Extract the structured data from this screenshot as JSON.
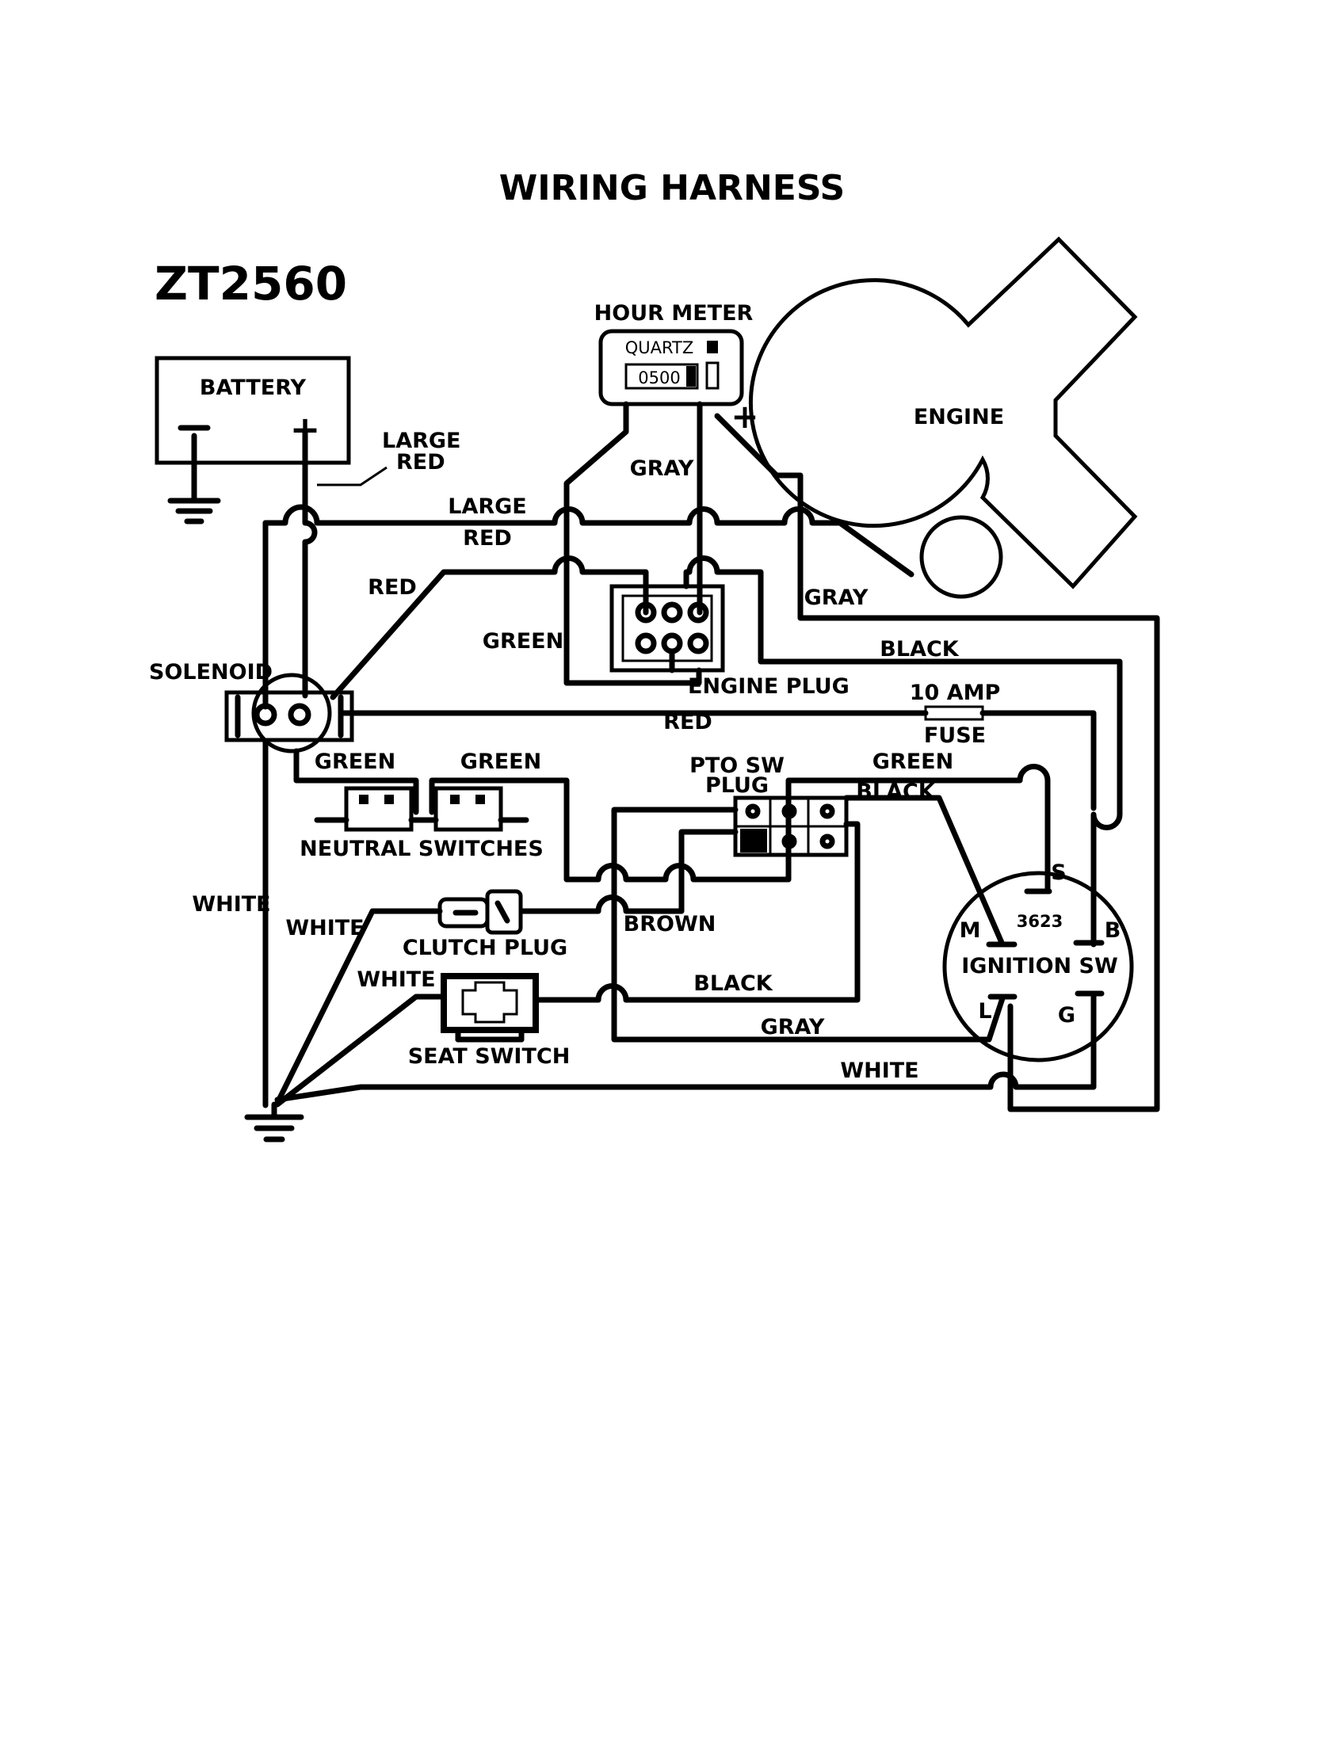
{
  "title": "WIRING HARNESS",
  "model": "ZT2560",
  "components": {
    "battery": {
      "label": "BATTERY",
      "neg": "—",
      "pos": "+"
    },
    "hour_meter": {
      "label": "HOUR METER",
      "brand": "QUARTZ",
      "reading": "0500",
      "pos": "+"
    },
    "engine": {
      "label": "ENGINE"
    },
    "solenoid": {
      "label": "SOLENOID"
    },
    "engine_plug": {
      "label": "ENGINE PLUG"
    },
    "fuse": {
      "rating": "10 AMP",
      "label": "FUSE"
    },
    "pto_plug": {
      "label_line1": "PTO SW",
      "label_line2": "PLUG"
    },
    "neutral_switches": {
      "label": "NEUTRAL SWITCHES"
    },
    "clutch_plug": {
      "label": "CLUTCH PLUG"
    },
    "seat_switch": {
      "label": "SEAT SWITCH"
    },
    "ignition_switch": {
      "part_no": "3623",
      "label": "IGNITION  SW",
      "terminals": {
        "s": "S",
        "m": "M",
        "b": "B",
        "l": "L",
        "g": "G"
      }
    }
  },
  "wire_labels": {
    "large_red_1a": "LARGE",
    "large_red_1b": "RED",
    "large_red_2a": "LARGE",
    "large_red_2b": "RED",
    "gray_1": "GRAY",
    "gray_2": "GRAY",
    "gray_3": "GRAY",
    "red_1": "RED",
    "red_2": "RED",
    "green_1": "GREEN",
    "green_2": "GREEN",
    "green_3": "GREEN",
    "green_4": "GREEN",
    "black_1": "BLACK",
    "black_2": "BLACK",
    "black_3": "BLACK",
    "white_1": "WHITE",
    "white_2": "WHITE",
    "white_3": "WHITE",
    "white_4": "WHITE",
    "brown": "BROWN"
  }
}
